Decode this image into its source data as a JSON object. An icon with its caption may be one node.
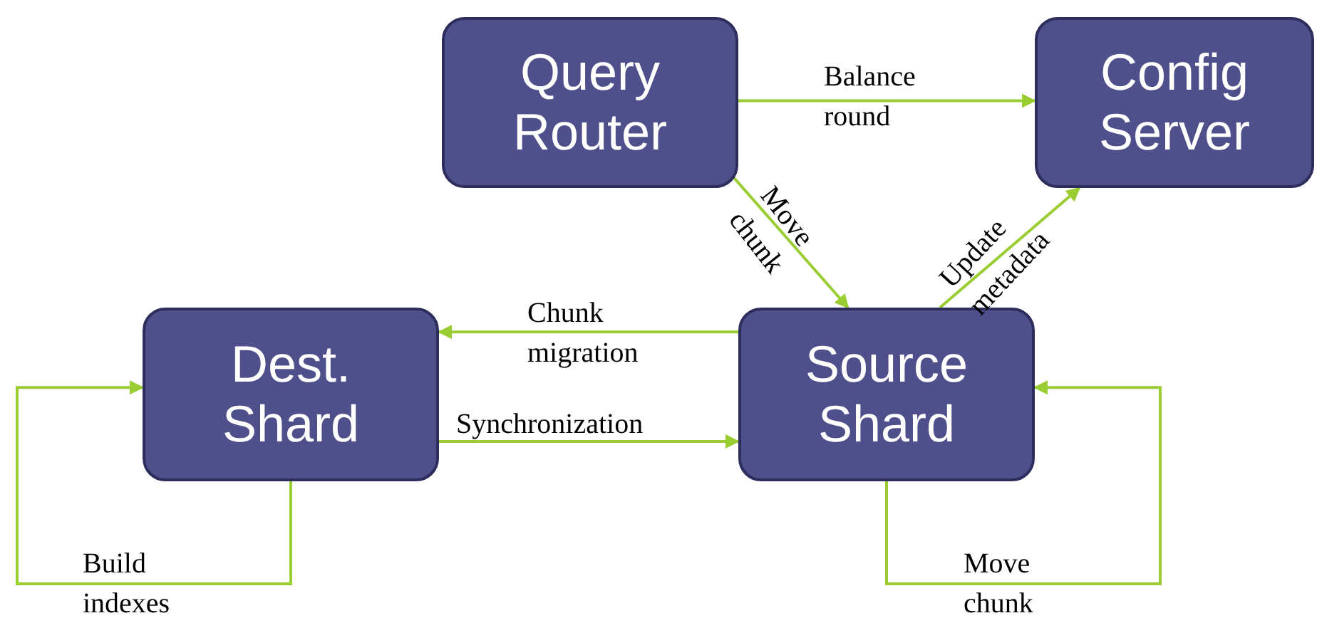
{
  "diagram": {
    "nodes": [
      {
        "text": [
          "Query Router"
        ]
      },
      {
        "text": [
          "Config Server"
        ]
      },
      {
        "text": [
          "Dest. Shard"
        ]
      },
      {
        "text": [
          "Source Shard"
        ]
      }
    ],
    "edges": [
      {
        "from": 0,
        "to": 1,
        "arrow": "to",
        "label": "Balance round"
      },
      {
        "from": 0,
        "to": 3,
        "arrow": "to",
        "label": "Move chunk"
      },
      {
        "from": 3,
        "to": 1,
        "arrow": "to",
        "label": "Update metadata"
      },
      {
        "from": 3,
        "to": 2,
        "arrow": "to",
        "label": "Chunk migration"
      },
      {
        "from": 2,
        "to": 3,
        "arrow": "to",
        "label": "Synchronization"
      },
      {
        "from": 2,
        "to": 2,
        "arrow": "to",
        "label": "Build indexes"
      },
      {
        "from": 3,
        "to": 3,
        "arrow": "to",
        "label": "Move chunk"
      }
    ]
  }
}
